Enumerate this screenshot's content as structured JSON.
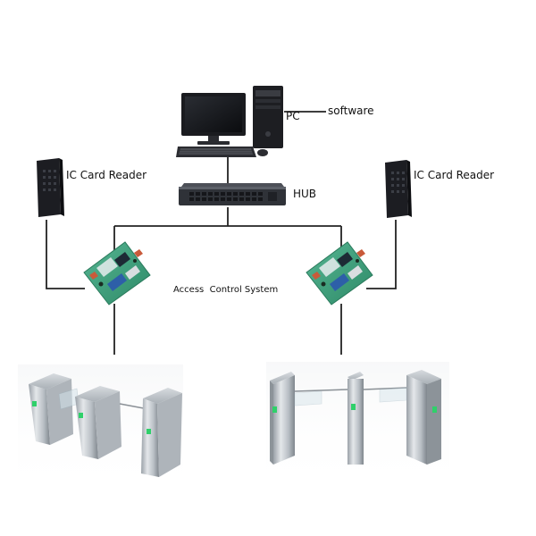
{
  "labels": {
    "software": "software",
    "pc": "PC",
    "hub": "HUB",
    "reader_left": "IC Card Reader",
    "reader_right": "IC Card Reader",
    "access_control": "Access  Control System"
  },
  "colors": {
    "line": "#222222",
    "board_green": "#3aa07a",
    "steel": "#c9ced3",
    "reader_body": "#1c1d22",
    "led_green": "#2fd06a"
  }
}
